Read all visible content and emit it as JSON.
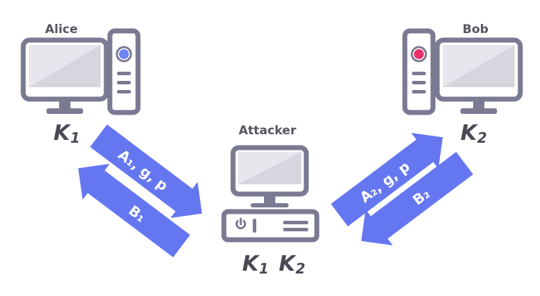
{
  "alice": {
    "name": "Alice",
    "key": "K",
    "key_sub": "1"
  },
  "bob": {
    "name": "Bob",
    "key": "K",
    "key_sub": "2"
  },
  "attacker": {
    "name": "Attacker",
    "key1": "K",
    "key1_sub": "1",
    "key2": "K",
    "key2_sub": "2"
  },
  "arrows": {
    "alice_to_attacker": "A₁, g, p",
    "attacker_to_alice": "B₁",
    "attacker_to_bob": "A₂, g, p",
    "bob_to_attacker": "B₂"
  },
  "colors": {
    "arrow": "#6577f0",
    "outline": "#7a7a92",
    "screen": "#e6e6ec",
    "alice_light": "#6f86f4",
    "bob_light": "#e8306b"
  }
}
